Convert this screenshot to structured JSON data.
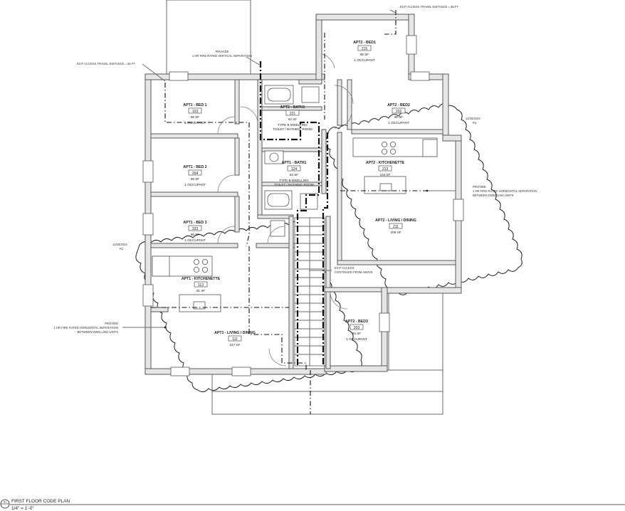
{
  "title_block": {
    "marker": "A1",
    "title": "FIRST FLOOR CODE PLAN",
    "scale": "1/4\" = 1'-0\""
  },
  "notes": {
    "exit_travel_top": "EXIT ACCESS TRAVEL DISTANCE = 88 FT",
    "exit_travel_left": "EXIT ACCESS TRAVEL DISTANCE = 84 FT",
    "vertical_sep": [
      "PROVIDE",
      "1 HR FIRE RATED VERTICAL SEPARATION"
    ],
    "horiz_sep_right": [
      "PROVIDE",
      "1 HR FIRE RATED HORIZONTAL SEPARATION",
      "BETWEEN DWELLING UNITS"
    ],
    "horiz_sep_left": [
      "PROVIDE",
      "1 HR FIRE RATED HORIZONTAL SEPARATION",
      "BETWEEN DWELLING UNITS"
    ],
    "exit_access_above": [
      "EXIT ACCESS",
      "CONTINUED FROM ABOVE"
    ]
  },
  "revisions": [
    {
      "date": "11/25/2024",
      "rev": "R1"
    },
    {
      "date": "11/25/2024",
      "rev": "R1"
    }
  ],
  "rooms": [
    {
      "name": "APT2 - BED1",
      "num": "215",
      "area": "96 SF",
      "occ": "1 OCCUPANT"
    },
    {
      "name": "APT1 - BED 1",
      "num": "103",
      "area": "96 SF",
      "occ": "1 OCCUPANT"
    },
    {
      "name": "APT2 - BATH1",
      "num": "221",
      "area": "62 SF",
      "occ": "TYPE B DWELLING",
      "occ2": "TOILET / BATHING ROOM"
    },
    {
      "name": "APT2 - BED2",
      "num": "202",
      "area": "96 SF",
      "occ": "1 OCCUPANT"
    },
    {
      "name": "APT1 - BED 2",
      "num": "204",
      "area": "98 SF",
      "occ": "1 OCCUPANT"
    },
    {
      "name": "APT1 - BATH1",
      "num": "124",
      "area": "62 SF",
      "occ": "TYPE B DWELLING",
      "occ2": "TOILET / BATHING ROOM"
    },
    {
      "name": "APT2 - KITCHENETTE",
      "num": "213",
      "area": "134 SF"
    },
    {
      "name": "APT1 - BED 3",
      "num": "333",
      "area": "96 SF",
      "occ": "1 OCCUPANT"
    },
    {
      "name": "APT2 - LIVING / DINING",
      "num": "211",
      "area": "209 SF"
    },
    {
      "name": "APT1 - KITCHENETTE",
      "num": "113",
      "area": "91 SF"
    },
    {
      "name": "APT2 - BED3",
      "num": "203",
      "area": "93 SF",
      "occ": "1 OCCUPANT"
    },
    {
      "name": "APT1 - LIVING / DINING",
      "num": "111",
      "area": "217 SF"
    }
  ]
}
